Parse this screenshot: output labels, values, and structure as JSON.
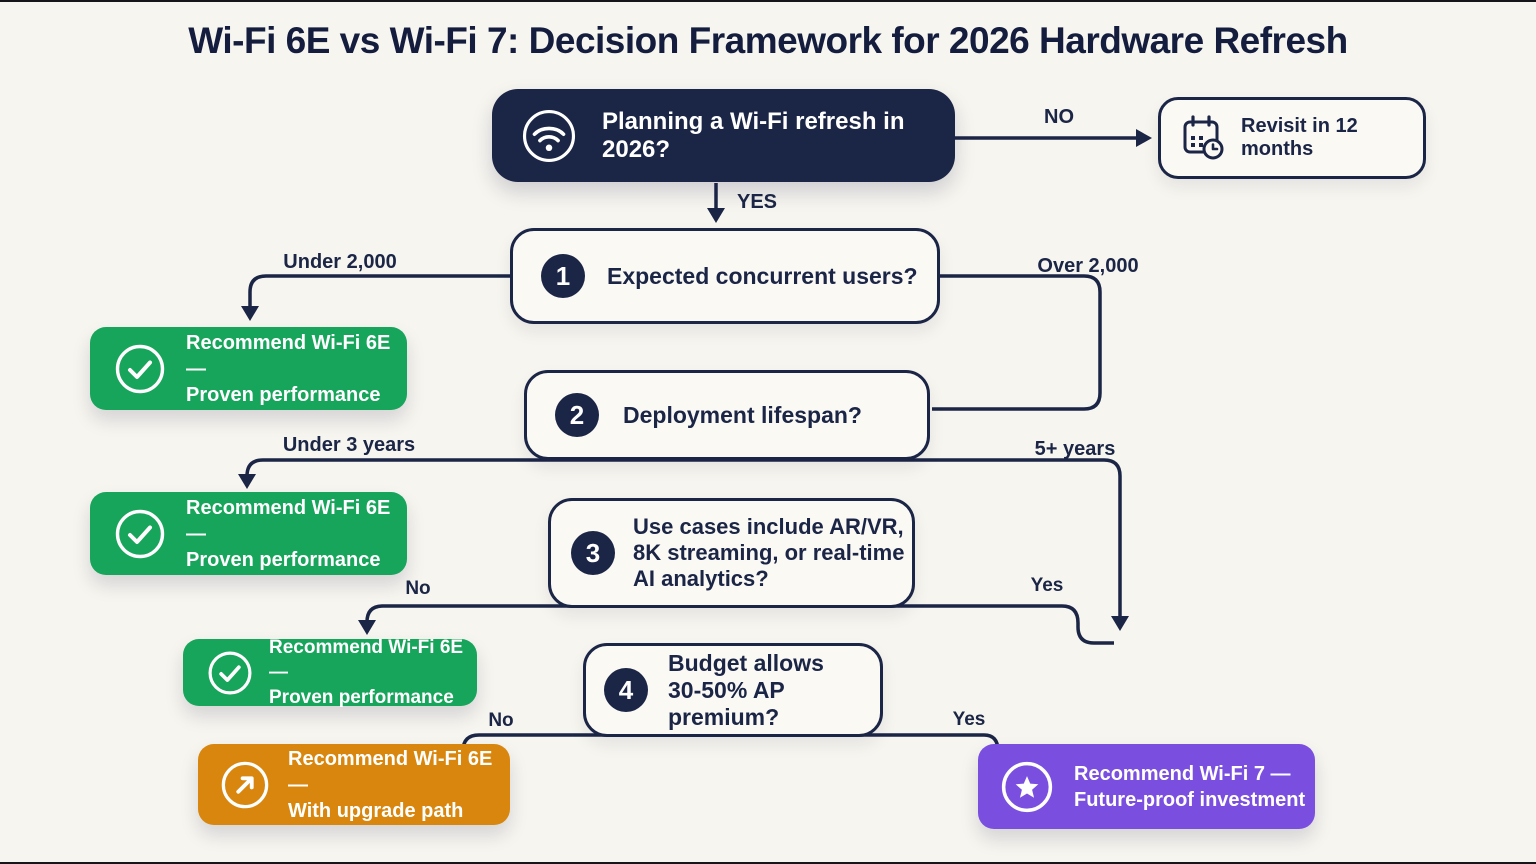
{
  "title": "Wi-Fi 6E vs Wi-Fi 7: Decision Framework for 2026 Hardware Refresh",
  "colors": {
    "background": "#f7f5ef",
    "navy": "#1b2546",
    "green": "#17a55b",
    "orange": "#d8860e",
    "purple": "#7a4fe0"
  },
  "nodes": {
    "start": {
      "text": "Planning a Wi-Fi refresh in 2026?",
      "icon": "wifi-icon"
    },
    "revisit": {
      "text": "Revisit in 12 months",
      "icon": "calendar-clock-icon"
    },
    "q1": {
      "num": "1",
      "line1": "Expected concurrent users?"
    },
    "q2": {
      "num": "2",
      "line1": "Deployment lifespan?"
    },
    "q3": {
      "num": "3",
      "line1": "Use cases include AR/VR,",
      "line2": "8K streaming, or real-time",
      "line3": "AI analytics?"
    },
    "q4": {
      "num": "4",
      "line1": "Budget allows",
      "line2": "30-50% AP premium?"
    },
    "out1": {
      "line1": "Recommend Wi-Fi 6E —",
      "line2": "Proven performance",
      "icon": "check-circle-icon",
      "color": "#17a55b"
    },
    "out2": {
      "line1": "Recommend Wi-Fi 6E —",
      "line2": "Proven performance",
      "icon": "check-circle-icon",
      "color": "#17a55b"
    },
    "out3": {
      "line1": "Recommend Wi-Fi 6E —",
      "line2": "Proven performance",
      "icon": "check-circle-icon",
      "color": "#17a55b"
    },
    "out4": {
      "line1": "Recommend Wi-Fi 6E —",
      "line2": "With upgrade path",
      "icon": "arrow-up-right-circle-icon",
      "color": "#d8860e"
    },
    "out5": {
      "line1": "Recommend Wi-Fi 7 —",
      "line2": "Future-proof investment",
      "icon": "star-circle-icon",
      "color": "#7a4fe0"
    }
  },
  "labels": {
    "start_no": "NO",
    "start_yes": "YES",
    "q1_left": "Under 2,000",
    "q1_right": "Over 2,000",
    "q2_left": "Under 3 years",
    "q2_right": "5+ years",
    "q3_left": "No",
    "q3_right": "Yes",
    "q4_left": "No",
    "q4_right": "Yes"
  }
}
